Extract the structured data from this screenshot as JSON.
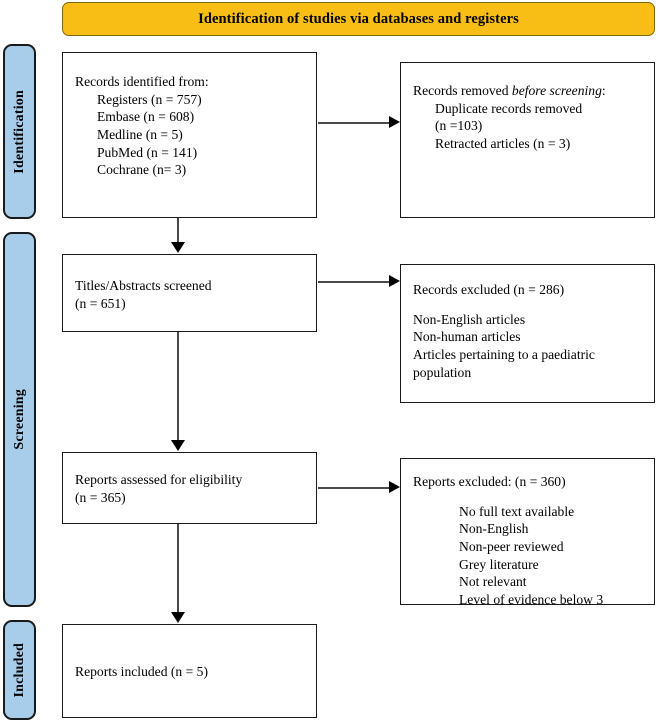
{
  "header": {
    "title": "Identification of studies via databases and registers",
    "background_color": "#F9BE16"
  },
  "stages": {
    "identification": "Identification",
    "screening": "Screening",
    "included": "Included",
    "background_color": "#A8CDEA"
  },
  "boxes": {
    "identified": {
      "heading": "Records identified from:",
      "sources": [
        "Registers (n = 757)",
        "Embase (n = 608)",
        "Medline (n = 5)",
        "PubMed (n = 141)",
        "Cochrane (n= 3)"
      ]
    },
    "removed": {
      "heading_prefix": "Records removed ",
      "heading_italic": "before screening",
      "heading_suffix": ":",
      "lines": [
        "Duplicate records removed",
        "(n =103)",
        "Retracted articles (n = 3)"
      ]
    },
    "screened": {
      "line1": "Titles/Abstracts screened",
      "line2": "(n = 651)"
    },
    "records_excluded": {
      "heading": "Records excluded (n = 286)",
      "reasons": [
        "Non-English articles",
        "Non-human articles",
        "Articles pertaining to a paediatric",
        "population"
      ]
    },
    "eligibility": {
      "line1": "Reports assessed for eligibility",
      "line2": "(n = 365)"
    },
    "reports_excluded": {
      "heading": "Reports excluded: (n = 360)",
      "reasons": [
        "No full text available",
        "Non-English",
        "Non-peer reviewed",
        "Grey literature",
        "Not relevant",
        "Level of evidence below 3"
      ]
    },
    "included": {
      "line1": "Reports included (n = 5)"
    }
  }
}
